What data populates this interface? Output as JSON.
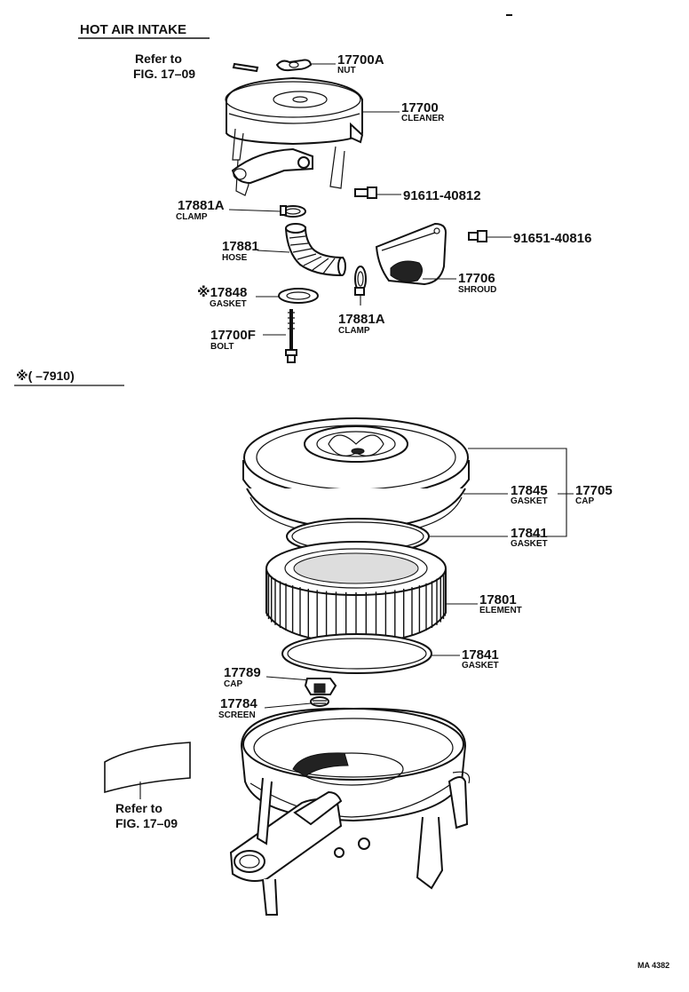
{
  "title": "HOT AIR INTAKE",
  "refer_top": {
    "line1": "Refer to",
    "line2": "FIG. 17–09"
  },
  "refer_bottom": {
    "line1": "Refer to",
    "line2": "FIG. 17–09"
  },
  "range_note": "※(      –7910)",
  "watermark": "MA 4382",
  "parts": {
    "p17700A": {
      "num": "17700A",
      "name": "NUT"
    },
    "p17700": {
      "num": "17700",
      "name": "CLEANER"
    },
    "p91611": {
      "num": "91611-40812",
      "name": ""
    },
    "p17881A_top": {
      "num": "17881A",
      "name": "CLAMP"
    },
    "p91651": {
      "num": "91651-40816",
      "name": ""
    },
    "p17881": {
      "num": "17881",
      "name": "HOSE"
    },
    "p17706": {
      "num": "17706",
      "name": "SHROUD"
    },
    "p17848": {
      "num": "※17848",
      "name": "GASKET"
    },
    "p17881A_bot": {
      "num": "17881A",
      "name": "CLAMP"
    },
    "p17700F": {
      "num": "17700F",
      "name": "BOLT"
    },
    "p17845": {
      "num": "17845",
      "name": "GASKET"
    },
    "p17705": {
      "num": "17705",
      "name": "CAP"
    },
    "p17841_top": {
      "num": "17841",
      "name": "GASKET"
    },
    "p17801": {
      "num": "17801",
      "name": "ELEMENT"
    },
    "p17841_bot": {
      "num": "17841",
      "name": "GASKET"
    },
    "p17789": {
      "num": "17789",
      "name": "CAP"
    },
    "p17784": {
      "num": "17784",
      "name": "SCREEN"
    }
  }
}
